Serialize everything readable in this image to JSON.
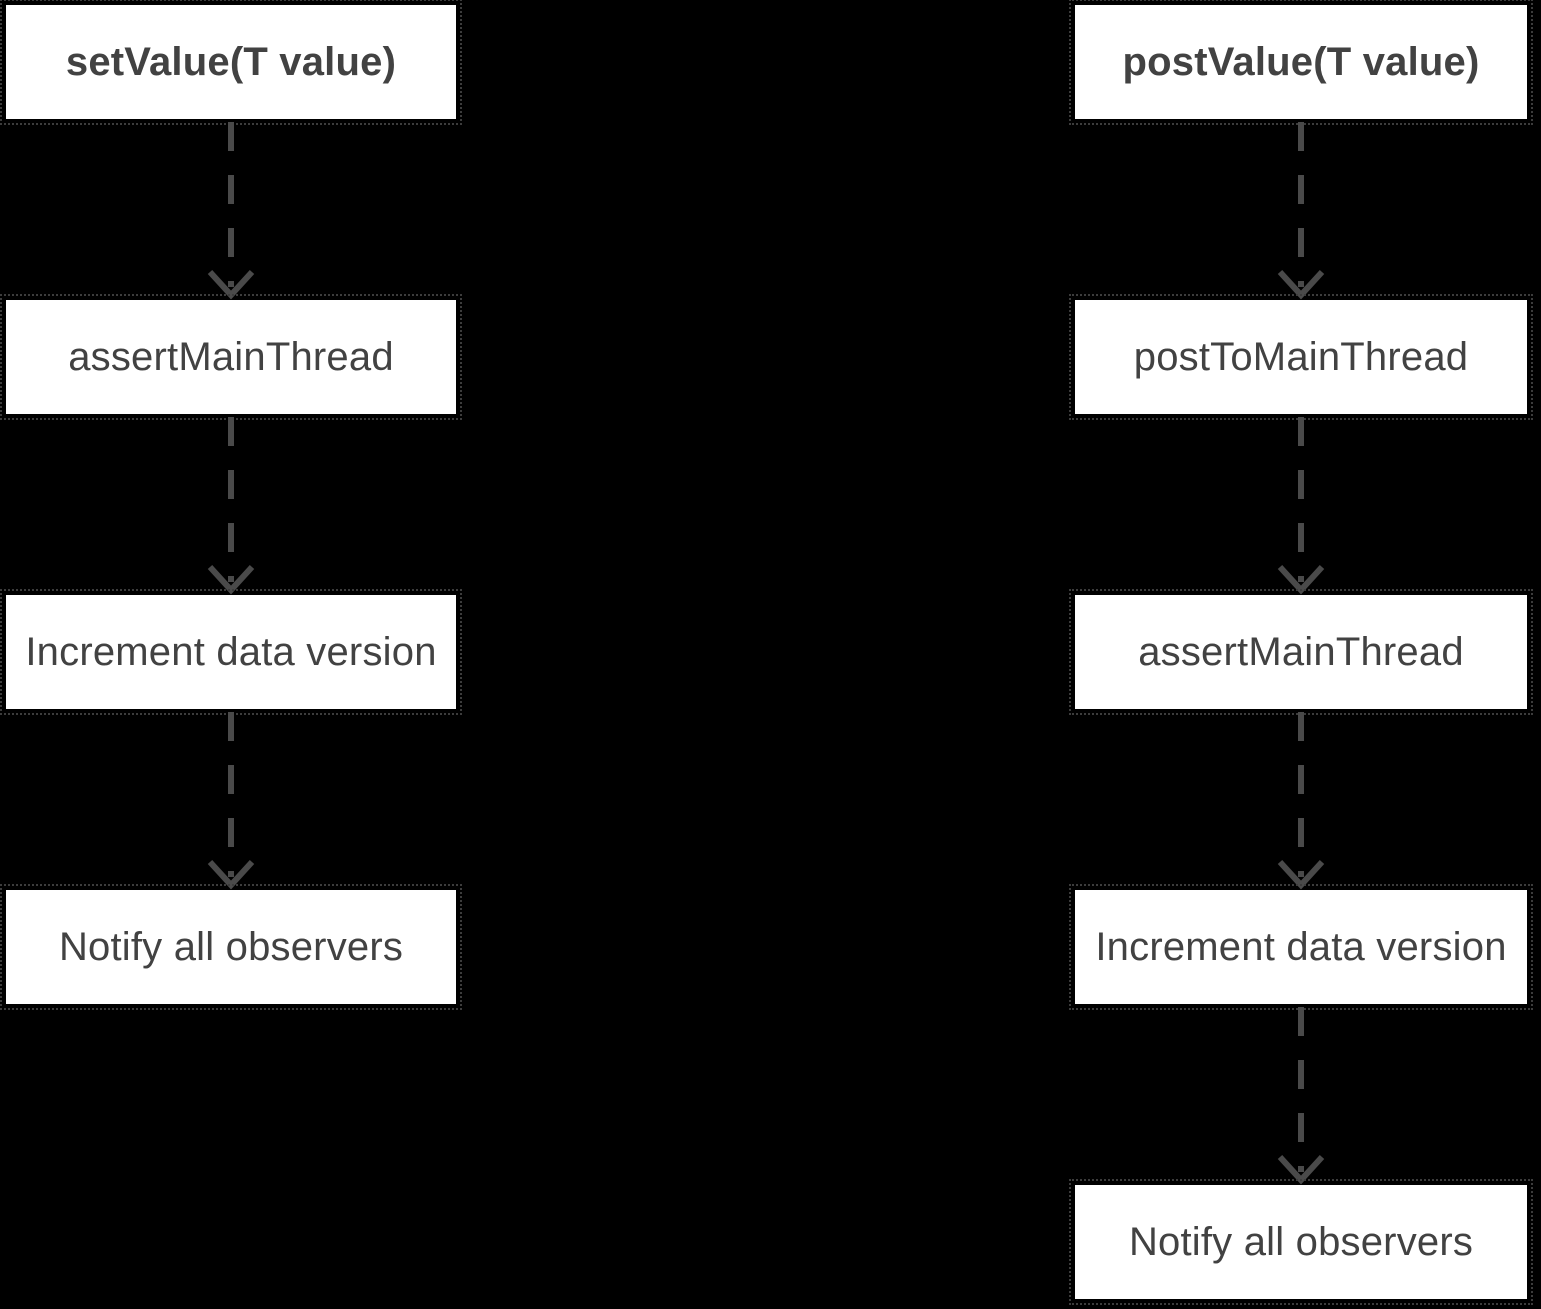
{
  "flowchart": {
    "columns": [
      {
        "header": "setValue(T value)",
        "steps": [
          "assertMainThread",
          "Increment data version",
          "Notify all observers"
        ]
      },
      {
        "header": "postValue(T value)",
        "steps": [
          "postToMainThread",
          "assertMainThread",
          "Increment data version",
          "Notify all observers"
        ]
      }
    ],
    "icons": {
      "arrow": "arrow-down-dashed-icon"
    },
    "colors": {
      "background": "#000000",
      "node_background": "#ffffff",
      "node_text": "#424242",
      "arrow": "#4a4a4a",
      "guide_dots": "#3c3c3c"
    }
  }
}
